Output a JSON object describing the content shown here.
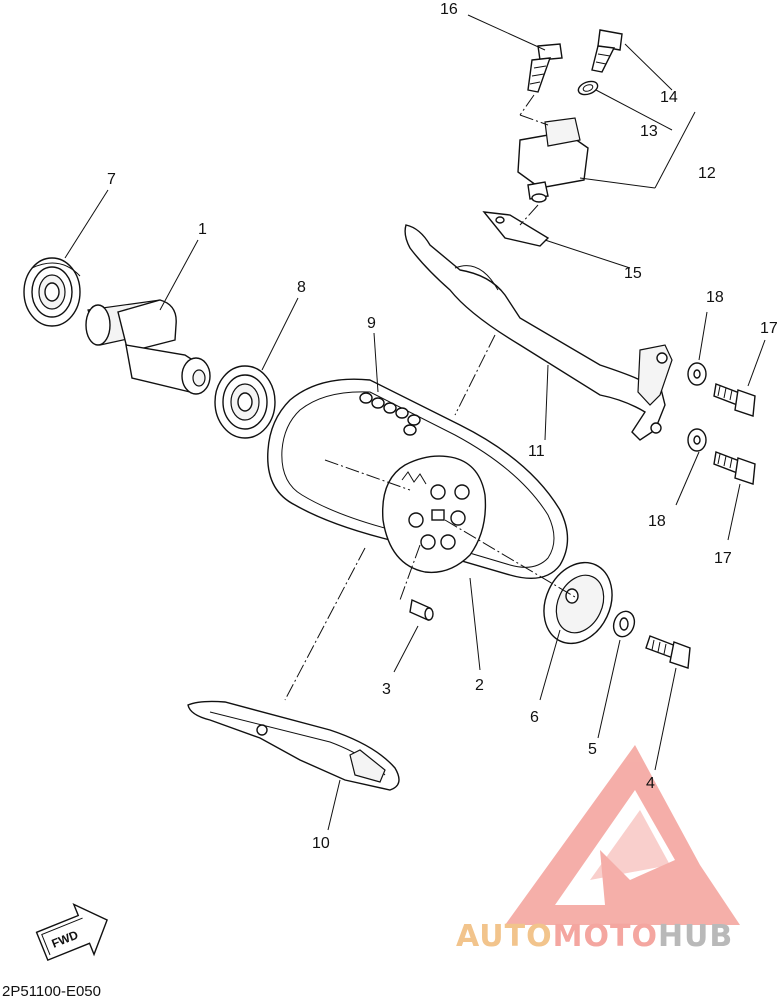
{
  "callouts": {
    "c1": "1",
    "c2": "2",
    "c3": "3",
    "c4": "4",
    "c5": "5",
    "c6": "6",
    "c7": "7",
    "c8": "8",
    "c9": "9",
    "c10": "10",
    "c11": "11",
    "c12": "12",
    "c13": "13",
    "c14": "14",
    "c15": "15",
    "c16": "16",
    "c17a": "17",
    "c17b": "17",
    "c18a": "18",
    "c18b": "18"
  },
  "fwd_label": "FWD",
  "diagram_code": "2P51100-E050",
  "watermark": {
    "part1": "AUTO",
    "part2": "MOTO",
    "part3": "HUB",
    "colors": {
      "triangle": "#f4a6a0",
      "auto": "#f2c48c",
      "moto": "#f4a6a0",
      "hub": "#b9b9b9"
    }
  }
}
